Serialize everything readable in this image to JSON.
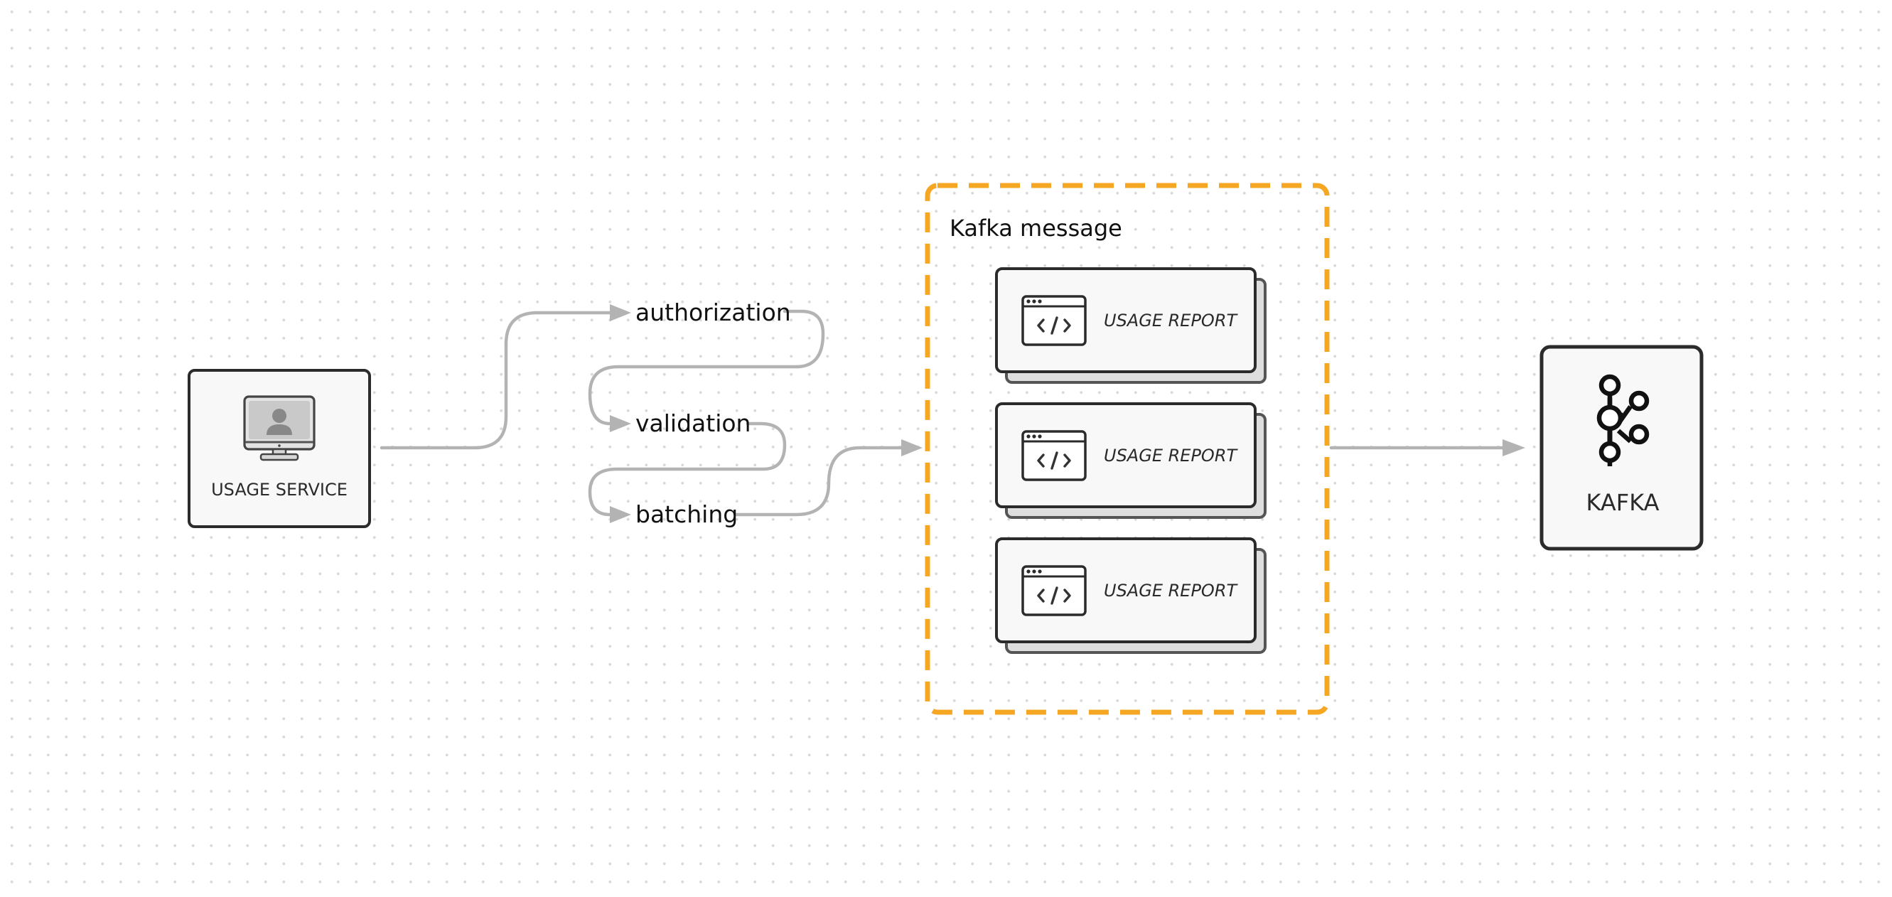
{
  "colors": {
    "background": "#ffffff",
    "grid_dot": "#d9d9d9",
    "node_fill": "#f7f8f7",
    "node_border": "#2b2b2b",
    "connector": "#b3b3b3",
    "group_border": "#f5a623"
  },
  "nodes": {
    "usage_service": {
      "label": "USAGE SERVICE",
      "icon": "user-monitor-icon"
    },
    "kafka": {
      "label": "KAFKA",
      "icon": "kafka-logo-icon"
    }
  },
  "steps": [
    {
      "label": "authorization"
    },
    {
      "label": "validation"
    },
    {
      "label": "batching"
    }
  ],
  "group": {
    "label": "Kafka message",
    "reports": [
      {
        "label": "USAGE REPORT",
        "icon": "code-window-icon"
      },
      {
        "label": "USAGE REPORT",
        "icon": "code-window-icon"
      },
      {
        "label": "USAGE REPORT",
        "icon": "code-window-icon"
      }
    ]
  }
}
